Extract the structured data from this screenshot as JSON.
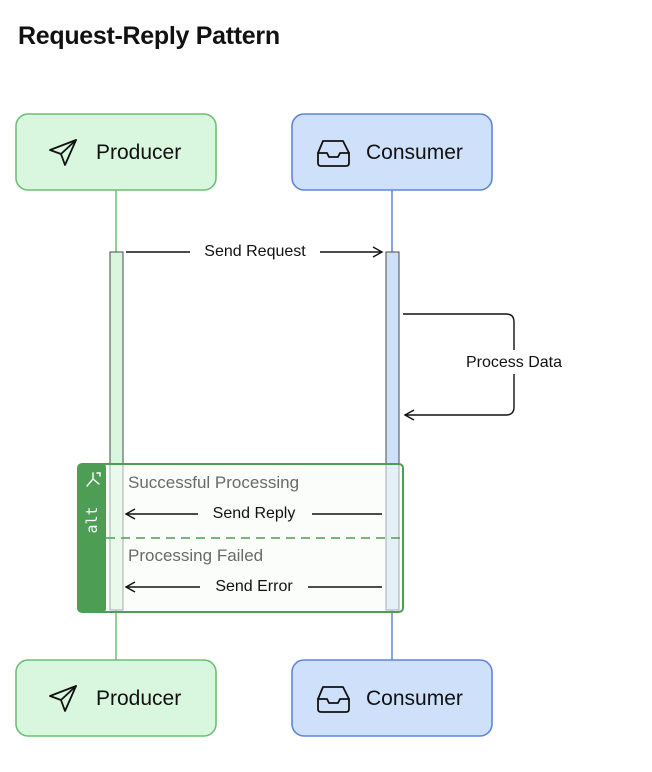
{
  "title": "Request-Reply Pattern",
  "participants": {
    "producer": {
      "label": "Producer",
      "icon": "send-icon",
      "fill": "#d9f7de",
      "stroke": "#6dbf74"
    },
    "consumer": {
      "label": "Consumer",
      "icon": "inbox-icon",
      "fill": "#cfe0fb",
      "stroke": "#5f86d8"
    }
  },
  "messages": {
    "send_request": "Send Request",
    "process_data": "Process Data",
    "send_reply": "Send Reply",
    "send_error": "Send Error"
  },
  "alt_block": {
    "tag": "alt",
    "tag_color": "#4e9d55",
    "condition_success": "Successful Processing",
    "condition_failed": "Processing Failed"
  }
}
